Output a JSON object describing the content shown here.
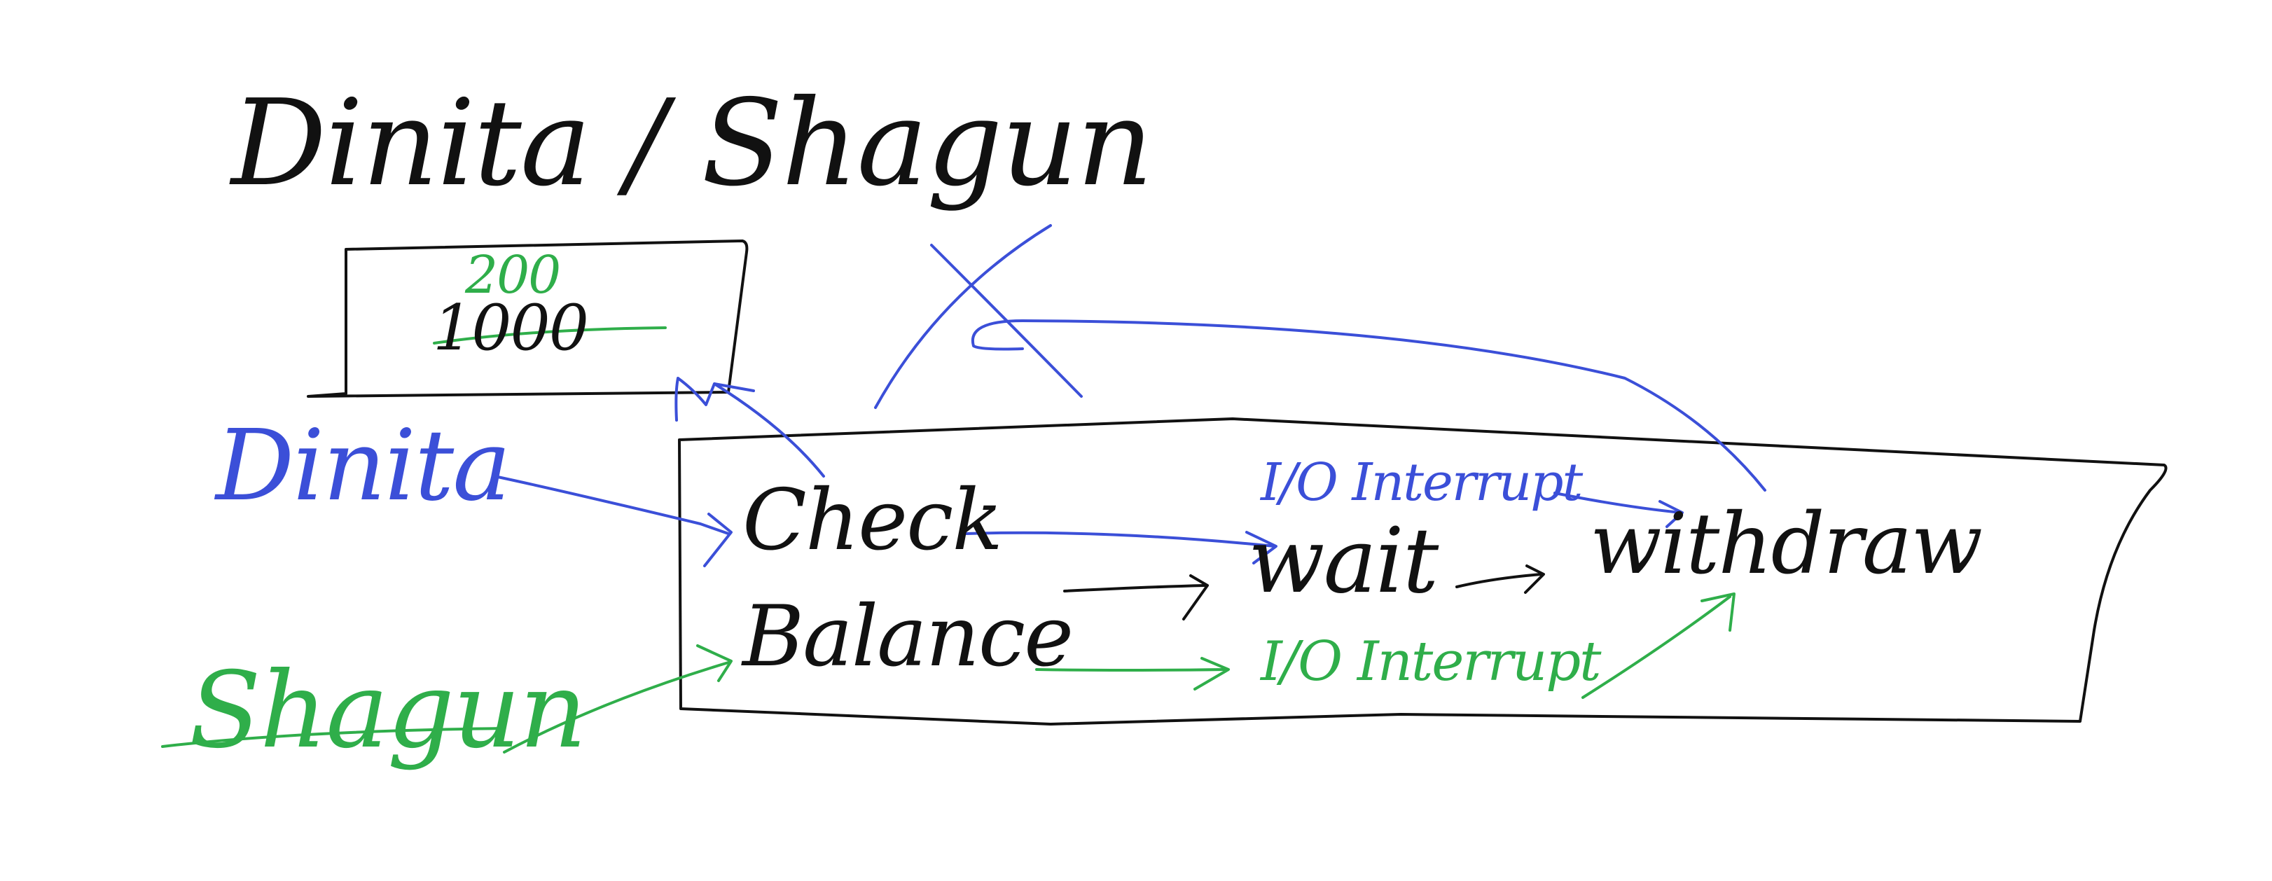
{
  "title": "Dinita / Shagun",
  "balance_box": {
    "old_value": "1000",
    "new_value": "200"
  },
  "actors": {
    "first": "Dinita",
    "second": "Shagun"
  },
  "process_box": {
    "step_check_line1": "Check",
    "step_check_line2": "Balance",
    "step_wait": "wait",
    "step_withdraw": "withdraw"
  },
  "annotations": {
    "io_interrupt_blue": "I/O Interrupt",
    "io_interrupt_green": "I/O Interrupt"
  },
  "colors": {
    "ink": "#111111",
    "blue": "#3b4fd8",
    "green": "#2fae4a"
  }
}
